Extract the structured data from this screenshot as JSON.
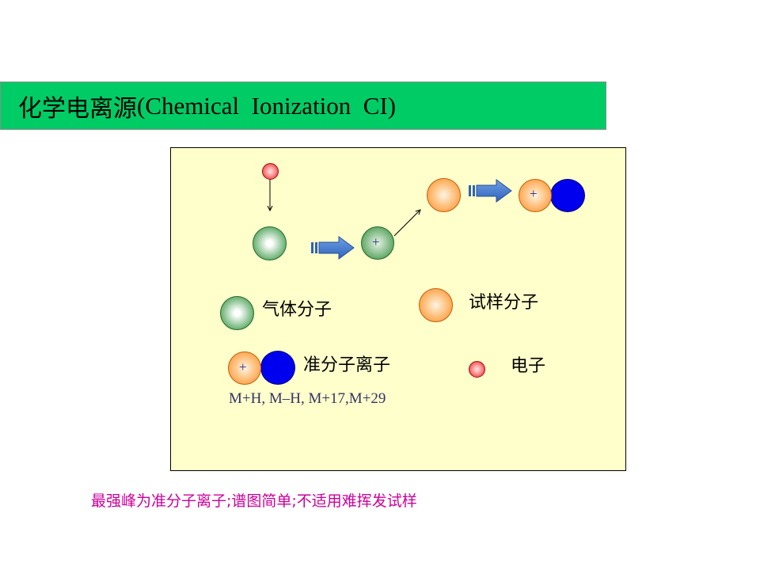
{
  "title": {
    "zh": "化学电离源",
    "en": "(Chemical  Ionization  CI)"
  },
  "diagram": {
    "plus_sign": "+",
    "legend": {
      "gas_molecule": "气体分子",
      "sample_molecule": "试样分子",
      "quasi_molecular_ion": "准分子离子",
      "electron": "电子"
    },
    "ion_types": "M+H, M–H, M+17,M+29"
  },
  "conclusion": "最强峰为准分子离子;谱图简单;不适用难挥发试样",
  "colors": {
    "title_bar": "#00cc66",
    "panel_bg": "#ffffcc",
    "gas_molecule": "#1f8a2c",
    "sample_molecule": "#ff8a1a",
    "proton_partner": "#0000ee",
    "electron": "#e02020",
    "block_arrow": "#4a7fd0",
    "conclusion_text": "#cc0099"
  }
}
